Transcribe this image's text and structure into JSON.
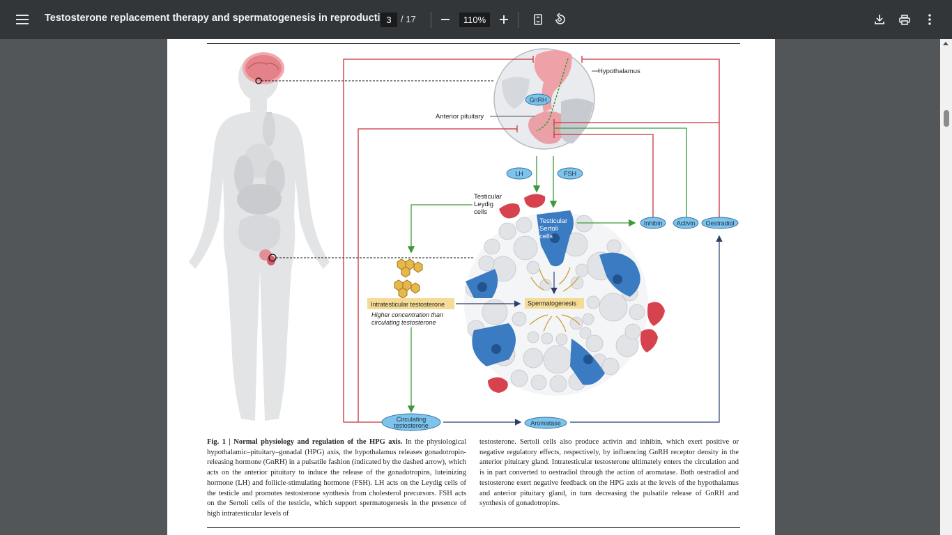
{
  "toolbar": {
    "title": "Testosterone replacement therapy and spermatogenesis in reproductiv...",
    "current_page": "3",
    "page_total": "/ 17",
    "zoom": "110%"
  },
  "icons": {
    "menu": "menu-icon",
    "zoom_out": "minus-icon",
    "zoom_in": "plus-icon",
    "fit": "fit-page-icon",
    "rotate": "rotate-icon",
    "download": "download-icon",
    "print": "print-icon",
    "more": "more-vert-icon"
  },
  "colors": {
    "toolbar_bg": "#323639",
    "viewer_bg": "#525659",
    "red_arrow": "#c8303c",
    "green_arrow": "#3c9a3a",
    "navy_arrow": "#2b3f6b",
    "label_blue": "#7ec3ea",
    "sertoli_blue": "#3a7bc1",
    "testosterone_box": "#f5dc96"
  },
  "figure": {
    "hypothalamus": "Hypothalamus",
    "anterior_pituitary": "Anterior pituitary",
    "gnrh": "GnRH",
    "lh": "LH",
    "fsh": "FSH",
    "leydig_1": "Testicular",
    "leydig_2": "Leydig",
    "leydig_3": "cells",
    "sertoli_1": "Testicular",
    "sertoli_2": "Sertoli",
    "sertoli_3": "cells",
    "inhibin": "Inhibin",
    "activin": "Activin",
    "oestradiol": "Oestradiol",
    "intratesticular": "Intratesticular testosterone",
    "higher_conc_1": "Higher concentration than",
    "higher_conc_2": "circulating testosterone",
    "spermatogenesis": "Spermatogenesis",
    "circulating_1": "Circulating",
    "circulating_2": "testosterone",
    "aromatase": "Aromatase"
  },
  "caption": {
    "fig_label": "Fig. 1 | Normal physiology and regulation of the HPG axis.",
    "left_text": "In the physiological hypothalamic–pituitary–gonadal (HPG) axis, the hypothalamus releases gonadotropin-releasing hormone (GnRH) in a pulsatile fashion (indicated by the dashed arrow), which acts on the anterior pituitary to induce the release of the gonadotropins, luteinizing hormone (LH) and follicle-stimulating hormone (FSH). LH acts on the Leydig cells of the testicle and promotes testosterone synthesis from cholesterol precursors. FSH acts on the Sertoli cells of the testicle, which support spermatogenesis in the presence of high intratesticular levels of",
    "right_text": "testosterone. Sertoli cells also produce activin and inhibin, which exert positive or negative regulatory effects, respectively, by influencing GnRH receptor density in the anterior pituitary gland. Intratesticular testosterone ultimately enters the circulation and is in part converted to oestradiol through the action of aromatase. Both oestradiol and testosterone exert negative feedback on the HPG axis at the levels of the hypothalamus and anterior pituitary gland, in turn decreasing the pulsatile release of GnRH and synthesis of gonadotropins."
  }
}
